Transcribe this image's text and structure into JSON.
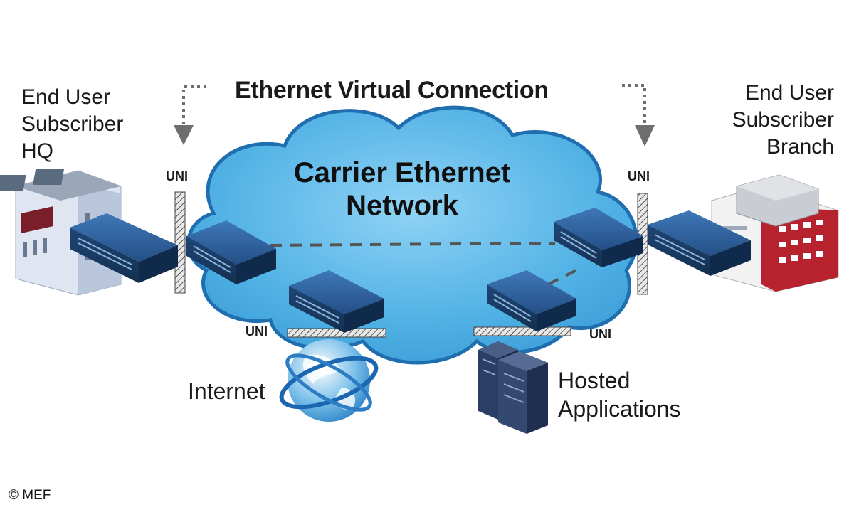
{
  "title": "Ethernet Virtual Connection",
  "network": {
    "line1": "Carrier Ethernet",
    "line2": "Network"
  },
  "sites": {
    "hq": {
      "line1": "End User",
      "line2": "Subscriber",
      "line3": "HQ"
    },
    "branch": {
      "line1": "End User",
      "line2": "Subscriber",
      "line3": "Branch"
    }
  },
  "uni_labels": {
    "left": "UNI",
    "right": "UNI",
    "bottom_left": "UNI",
    "bottom_right": "UNI"
  },
  "external": {
    "internet": "Internet",
    "hosted_line1": "Hosted",
    "hosted_line2": "Applications"
  },
  "copyright": "© MEF",
  "colors": {
    "cloud_fill": "#56b5e6",
    "cloud_stroke": "#1f6fb0",
    "switch_blue": "#1f4f86",
    "dashed_line": "#555555",
    "arrow_gray": "#6e6e6e"
  },
  "icons": [
    "building-icon",
    "switch-icon",
    "globe-icon",
    "server-icon",
    "arrow-down-icon"
  ]
}
